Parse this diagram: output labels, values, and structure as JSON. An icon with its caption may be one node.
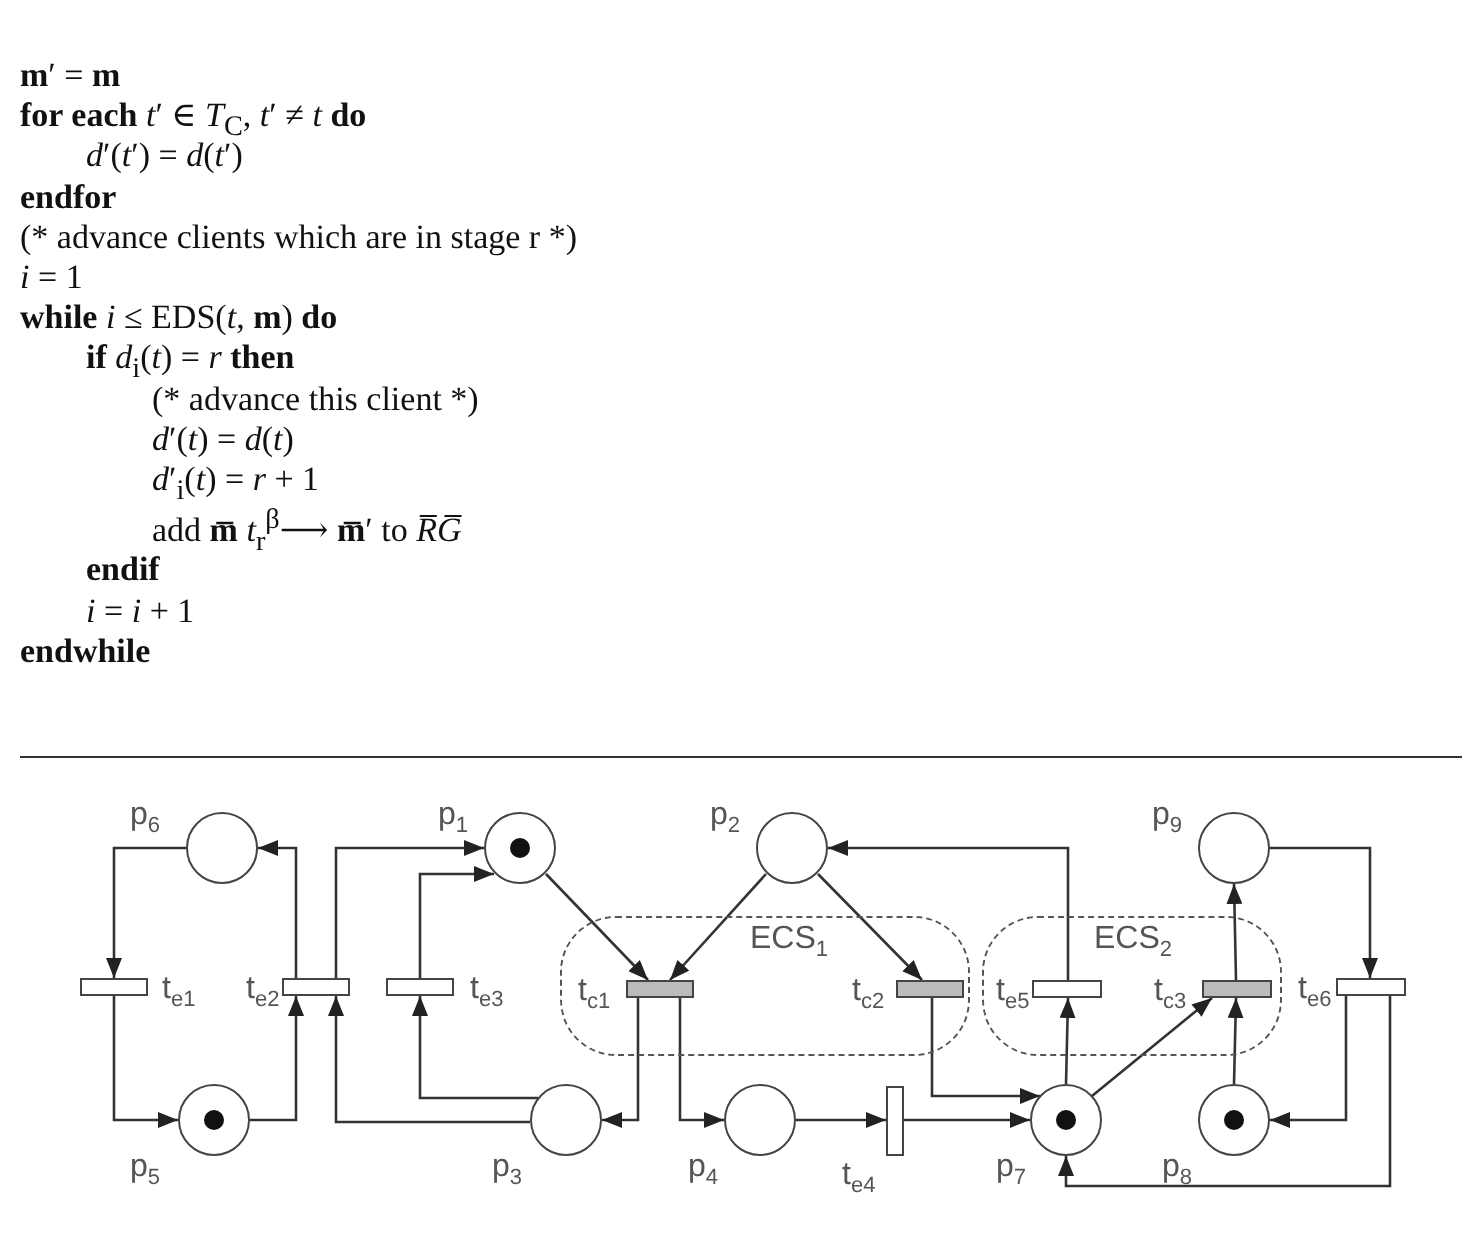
{
  "diagram": {
    "nodes": [
      {
        "text": [
          "p$_{6}$"
        ]
      },
      {
        "text": [
          "p$_{1}$"
        ]
      },
      {
        "text": [
          "p$_{2}$"
        ]
      },
      {
        "text": [
          "p$_{9}$"
        ]
      },
      {
        "text": [
          "ECS$_{1}$"
        ]
      },
      {
        "text": [
          "ECS$_{2}$"
        ]
      },
      {
        "text": [
          "t$_{e1}$"
        ]
      },
      {
        "text": [
          "t$_{e2}$"
        ]
      },
      {
        "text": [
          "t$_{e3}$"
        ]
      },
      {
        "text": [
          "t$_{c1}$"
        ],
        "in": 4
      },
      {
        "text": [
          "t$_{c2}$"
        ],
        "in": 4
      },
      {
        "text": [
          "t$_{e5}$"
        ],
        "in": 5
      },
      {
        "text": [
          "t$_{c3}$"
        ],
        "in": 5
      },
      {
        "text": [
          "t$_{e6}$"
        ]
      },
      {
        "text": [
          "p$_{5}$"
        ]
      },
      {
        "text": [
          "p$_{3}$"
        ]
      },
      {
        "text": [
          "p$_{4}$"
        ]
      },
      {
        "text": [
          "t$_{e4}$"
        ]
      },
      {
        "text": [
          "p$_{7}$"
        ]
      },
      {
        "text": [
          "p$_{8}$"
        ]
      }
    ],
    "edges": [
      {
        "from": 0,
        "to": 6,
        "arrow": "to"
      },
      {
        "from": 6,
        "to": 14,
        "arrow": "to"
      },
      {
        "from": 14,
        "to": 7,
        "arrow": "to"
      },
      {
        "from": 7,
        "to": 0,
        "arrow": "to"
      },
      {
        "from": 7,
        "to": 1,
        "arrow": "to"
      },
      {
        "from": 15,
        "to": 7,
        "arrow": "to"
      },
      {
        "from": 15,
        "to": 8,
        "arrow": "to"
      },
      {
        "from": 8,
        "to": 1,
        "arrow": "to"
      },
      {
        "from": 1,
        "to": 9,
        "arrow": "to"
      },
      {
        "from": 2,
        "to": 9,
        "arrow": "to"
      },
      {
        "from": 2,
        "to": 10,
        "arrow": "to"
      },
      {
        "from": 9,
        "to": 15,
        "arrow": "to"
      },
      {
        "from": 9,
        "to": 16,
        "arrow": "to"
      },
      {
        "from": 16,
        "to": 17,
        "arrow": "to"
      },
      {
        "from": 17,
        "to": 18,
        "arrow": "to"
      },
      {
        "from": 10,
        "to": 18,
        "arrow": "to"
      },
      {
        "from": 18,
        "to": 11,
        "arrow": "to"
      },
      {
        "from": 11,
        "to": 2,
        "arrow": "to"
      },
      {
        "from": 18,
        "to": 12,
        "arrow": "to"
      },
      {
        "from": 19,
        "to": 12,
        "arrow": "to"
      },
      {
        "from": 12,
        "to": 3,
        "arrow": "to"
      },
      {
        "from": 3,
        "to": 13,
        "arrow": "to"
      },
      {
        "from": 13,
        "to": 19,
        "arrow": "to"
      },
      {
        "from": 13,
        "to": 18,
        "arrow": "to"
      }
    ],
    "labels": [
      "**m**′ = **m**",
      "**for each** *t*′ ∈ *T*$_{C}$, *t*′ ≠ *t* **do**",
      "*d*′(*t*′) = *d*(*t*′)",
      "endfor",
      "(* advance clients which are in stage r *)",
      "*i* = 1",
      "**while** *i* ≤ EDS(*t*, **m**) **do**",
      "**if** *d*$_{i}$(*t*) = *r* **then**",
      "(* advance this client *)",
      "*d*′(*t*) = *d*(*t*)",
      "*d*′$_{i}$(*t*) = *r* + 1",
      "add **m̅** *t*$_{r}$$^{β}$⟶ **m̅**′ to *R̅G̅*",
      "endif",
      "*i* = *i* + 1",
      "endwhile"
    ]
  }
}
